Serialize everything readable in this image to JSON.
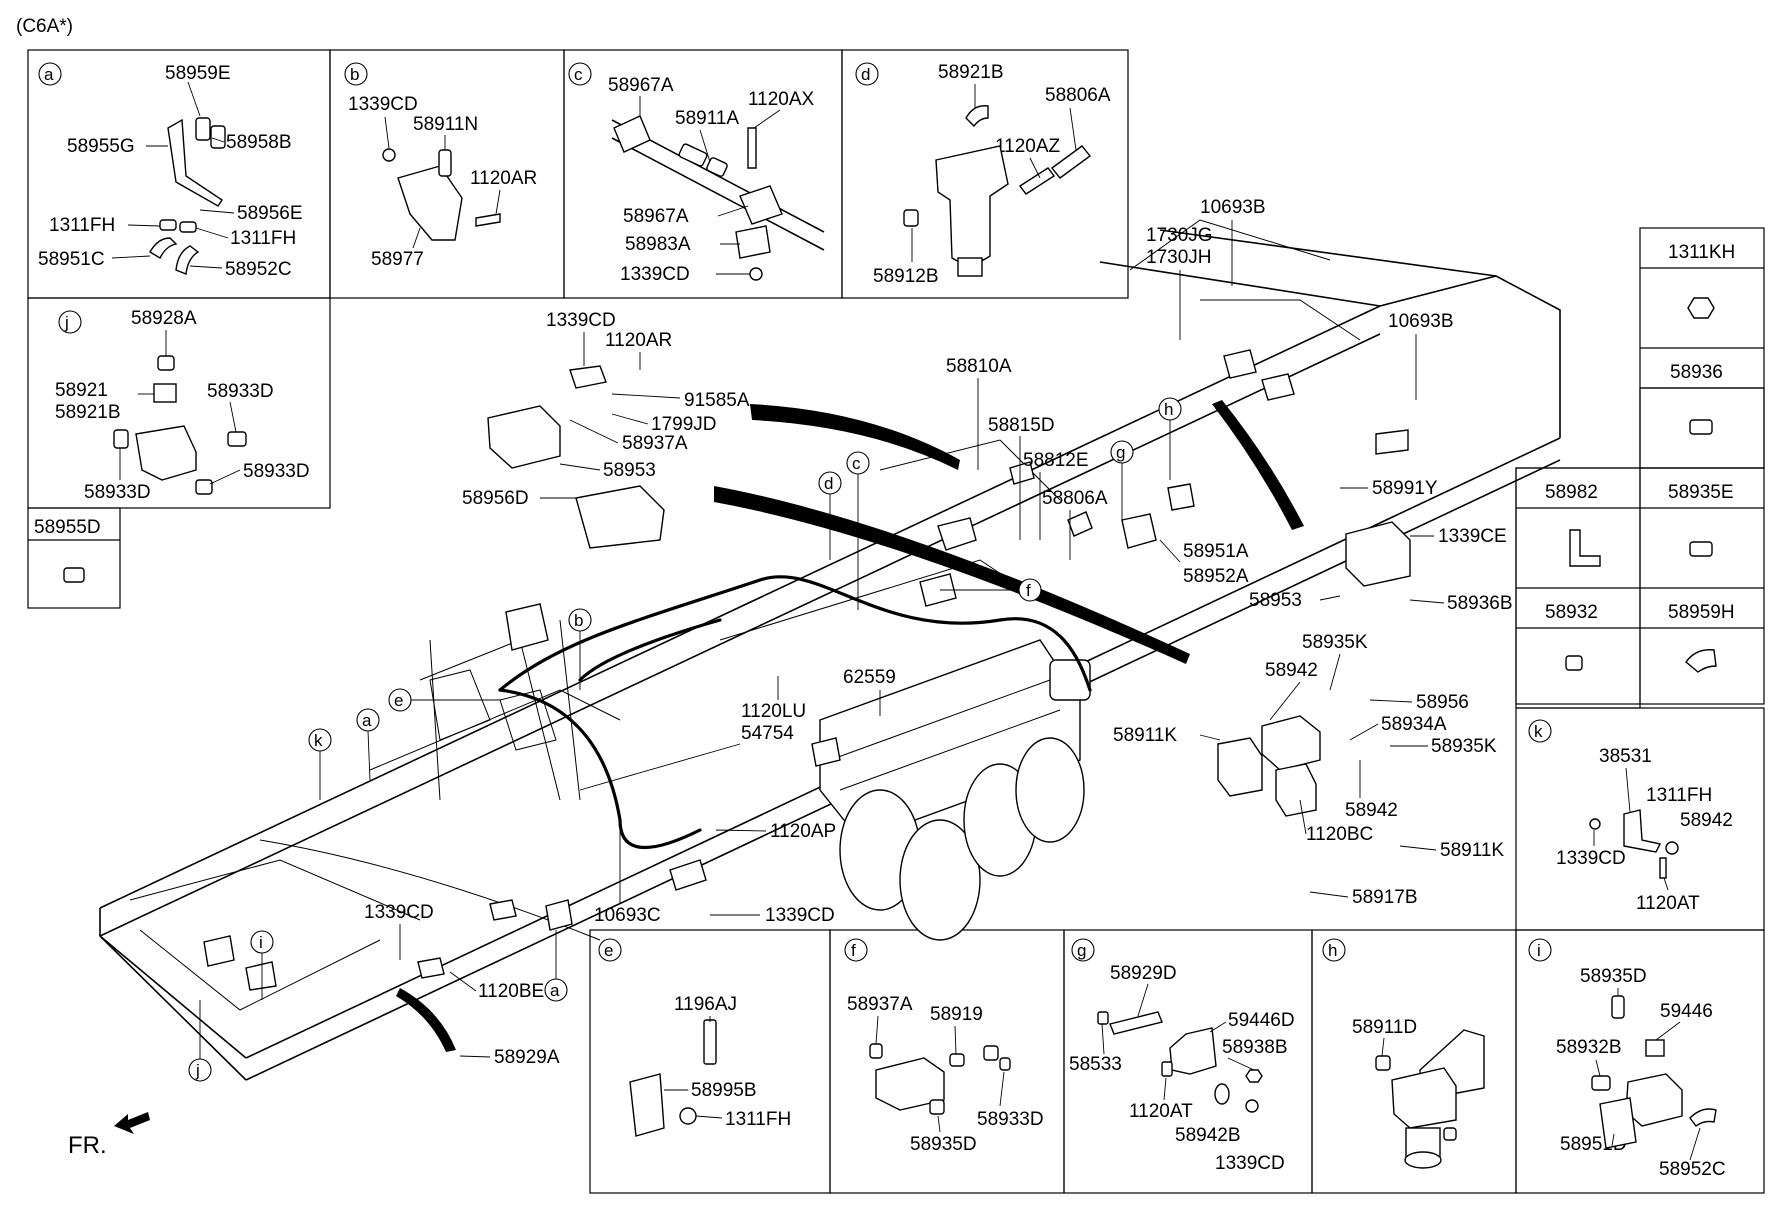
{
  "header": {
    "code": "(C6A*)"
  },
  "panels": {
    "a": {
      "letter": "a",
      "labels": [
        "58959E",
        "58955G",
        "58958B",
        "58956E",
        "1311FH",
        "1311FH",
        "58951C",
        "58952C"
      ]
    },
    "b": {
      "letter": "b",
      "labels": [
        "1339CD",
        "58911N",
        "1120AR",
        "58977"
      ]
    },
    "c": {
      "letter": "c",
      "labels": [
        "58967A",
        "58911A",
        "1120AX",
        "58967A",
        "58983A",
        "1339CD"
      ]
    },
    "d": {
      "letter": "d",
      "labels": [
        "58921B",
        "58806A",
        "1120AZ",
        "58912B"
      ]
    },
    "j": {
      "letter": "j",
      "labels": [
        "58928A",
        "58921",
        "58921B",
        "58933D",
        "58933D",
        "58933D"
      ]
    },
    "e": {
      "letter": "e",
      "labels": [
        "1196AJ",
        "58995B",
        "1311FH"
      ]
    },
    "f": {
      "letter": "f",
      "labels": [
        "58937A",
        "58919",
        "58933D",
        "58935D"
      ]
    },
    "g": {
      "letter": "g",
      "labels": [
        "58929D",
        "58533",
        "59446D",
        "58938B",
        "1120AT",
        "58942B",
        "1339CD"
      ]
    },
    "h": {
      "letter": "h",
      "labels": [
        "58911D"
      ]
    },
    "i": {
      "letter": "i",
      "labels": [
        "58935D",
        "59446",
        "58932B",
        "58951D",
        "58952C"
      ]
    },
    "k": {
      "letter": "k",
      "labels": [
        "38531",
        "1311FH",
        "58942",
        "1339CD",
        "1120AT"
      ]
    }
  },
  "single_parts": {
    "p58955D": "58955D",
    "p1311KH": "1311KH",
    "p58936": "58936",
    "p58982": "58982",
    "p58935E": "58935E",
    "p58932": "58932",
    "p58959H": "58959H"
  },
  "main": {
    "labels": [
      "10693B",
      "1730JG",
      "1730JH",
      "10693B",
      "1339CD",
      "1120AR",
      "91585A",
      "1799JD",
      "58937A",
      "58953",
      "58956D",
      "58810A",
      "58815D",
      "58812E",
      "58806A",
      "58951A",
      "58952A",
      "58991Y",
      "1339CE",
      "58953",
      "58936B",
      "58935K",
      "58942",
      "58956",
      "58911K",
      "58934A",
      "58935K",
      "58942",
      "1120BC",
      "58911K",
      "58917B",
      "1120LU",
      "62559",
      "54754",
      "1120AP",
      "10693C",
      "1339CD",
      "1339CD",
      "1120BE",
      "58929A"
    ],
    "callouts": [
      "d",
      "c",
      "h",
      "g",
      "f",
      "b",
      "e",
      "k",
      "a",
      "i",
      "j",
      "a"
    ]
  },
  "footer": {
    "front": "FR."
  }
}
